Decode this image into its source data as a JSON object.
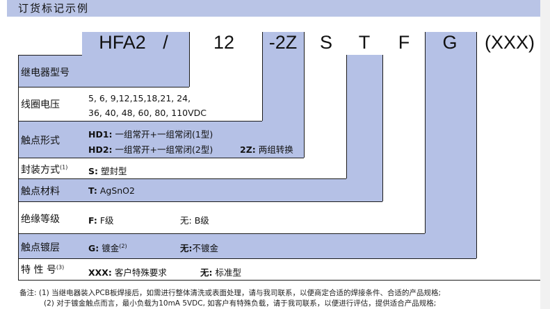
{
  "title": "订货标记示例",
  "codes": [
    "HFA2",
    "/",
    "12",
    "-2Z",
    "S",
    "T",
    "F",
    "G",
    "(XXX)"
  ],
  "rows": [
    {
      "label": "继电器型号"
    },
    {
      "label": "线圈电压",
      "values": [
        "5, 6, 9,12,15,18,21, 24,",
        "36, 40, 48, 60, 80, 110VDC"
      ]
    },
    {
      "label": "触点形式",
      "lines": [
        {
          "code": "HD1:",
          "text": "一组常开+一组常闭(1型)"
        },
        {
          "code": "HD2:",
          "text": "一组常开+一组常闭(2型)",
          "code2": "2Z:",
          "text2": "两组转换"
        }
      ]
    },
    {
      "label": "封装方式",
      "sup": "(1)",
      "code": "S:",
      "text": "塑封型"
    },
    {
      "label": "触点材料",
      "code": "T:",
      "text": "AgSnO2"
    },
    {
      "label": "绝缘等级",
      "code": "F:",
      "text": "F级",
      "alt_code": "无:",
      "alt_text": "B级"
    },
    {
      "label": "触点镀层",
      "code": "G:",
      "text": "镀金",
      "sup": "(2)",
      "alt_code": "无:",
      "alt_text": "不镀金"
    },
    {
      "label": "特 性 号",
      "sup": "(3)",
      "code": "XXX:",
      "text": "客户特殊要求",
      "alt_code": "无:",
      "alt_text": "标准型"
    }
  ],
  "notes": [
    "备注:  (1) 当继电器装入PCB板焊接后，如需进行整体清洗或表面处理，请与我司联系，以便商定合适的焊接条件、合适的产品规格;",
    "(2) 对于镀金触点而言，最小负载为10mA 5VDC, 如客户有特殊负载，请于我司联系，以便进行评估，提供适合产品规格;"
  ],
  "colors": {
    "fill": "#b5c1e6",
    "title_bar": "#b9c4e6",
    "line": "#1a1a1a"
  }
}
